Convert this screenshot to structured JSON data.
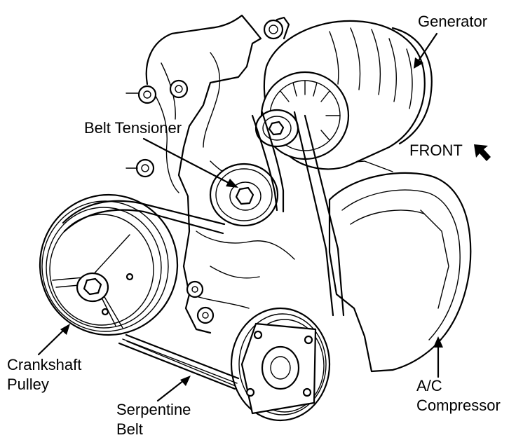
{
  "diagram": {
    "labels": {
      "generator": "Generator",
      "belt_tensioner": "Belt Tensioner",
      "front": "FRONT",
      "crankshaft_line1": "Crankshaft",
      "crankshaft_line2": "Pulley",
      "serpentine_line1": "Serpentine",
      "serpentine_line2": "Belt",
      "ac_line1": "A/C",
      "ac_line2": "Compressor"
    },
    "colors": {
      "ink": "#000000",
      "paper": "#ffffff"
    },
    "icons": {
      "front_arrow": "front-direction-arrow-icon"
    }
  }
}
